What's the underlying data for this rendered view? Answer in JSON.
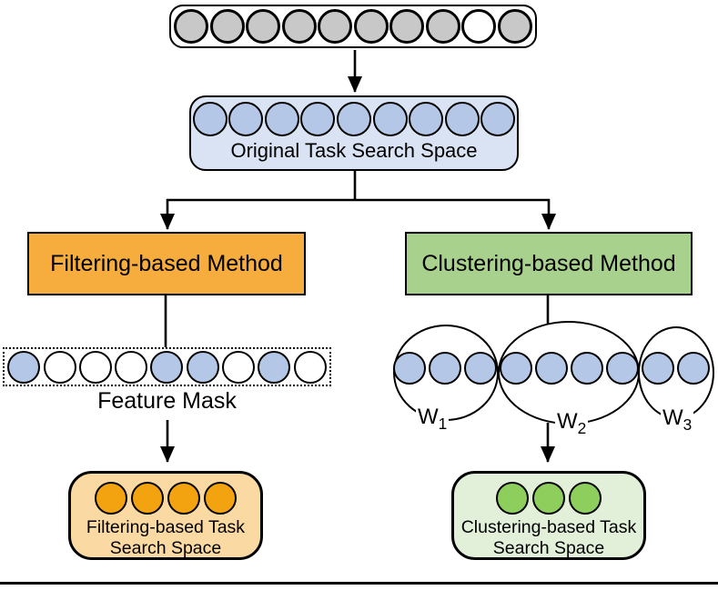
{
  "colors": {
    "gray_circle": "#C8C8C8",
    "blue_circle": "#B4C7E7",
    "blue_panel": "#DAE3F3",
    "orange_method": "#F7AC3E",
    "orange_panel": "#FBD9A2",
    "orange_circle": "#F2A30F",
    "green_method": "#A9D18E",
    "green_panel": "#E2EFD9",
    "green_circle": "#8DCE5C"
  },
  "figure": {
    "top_row": {
      "fills": [
        "gray",
        "gray",
        "gray",
        "gray",
        "gray",
        "gray",
        "gray",
        "gray",
        "white",
        "gray"
      ]
    },
    "original_space": {
      "label": "Original Task Search Space",
      "fills": [
        "blue",
        "blue",
        "blue",
        "blue",
        "blue",
        "blue",
        "blue",
        "blue",
        "blue"
      ]
    },
    "filtering": {
      "method_label": "Filtering-based Method",
      "mask": {
        "label": "Feature Mask",
        "fills": [
          "blue",
          "white",
          "white",
          "white",
          "blue",
          "blue",
          "white",
          "blue",
          "white"
        ]
      },
      "result": {
        "line1": "Filtering-based Task",
        "line2": "Search Space",
        "fills": [
          "orange",
          "orange",
          "orange",
          "orange"
        ]
      }
    },
    "clustering": {
      "method_label": "Clustering-based Method",
      "row_fills": [
        "blue",
        "blue",
        "blue",
        "blue",
        "blue",
        "blue",
        "blue",
        "blue",
        "blue"
      ],
      "clusters": [
        {
          "name": "W",
          "sub": "1",
          "size": 3
        },
        {
          "name": "W",
          "sub": "2",
          "size": 4
        },
        {
          "name": "W",
          "sub": "3",
          "size": 2
        }
      ],
      "result": {
        "line1": "Clustering-based Task",
        "line2": "Search Space",
        "fills": [
          "green",
          "green",
          "green"
        ]
      }
    }
  }
}
